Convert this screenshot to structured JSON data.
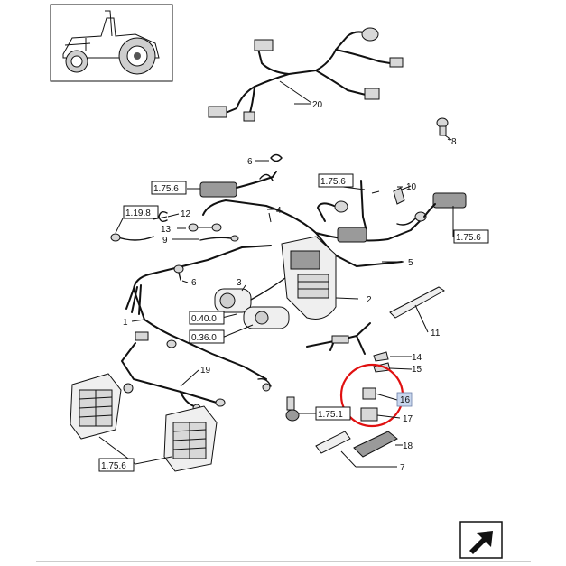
{
  "callouts": [
    {
      "id": "c20",
      "text": "20"
    },
    {
      "id": "c8",
      "text": "8"
    },
    {
      "id": "c6a",
      "text": "6"
    },
    {
      "id": "c10",
      "text": "10"
    },
    {
      "id": "c4",
      "text": "4"
    },
    {
      "id": "c12",
      "text": "12"
    },
    {
      "id": "c13",
      "text": "13"
    },
    {
      "id": "c9",
      "text": "9"
    },
    {
      "id": "c5",
      "text": "5"
    },
    {
      "id": "c6b",
      "text": "6"
    },
    {
      "id": "c3",
      "text": "3"
    },
    {
      "id": "c2",
      "text": "2"
    },
    {
      "id": "c11",
      "text": "11"
    },
    {
      "id": "c1",
      "text": "1"
    },
    {
      "id": "c14",
      "text": "14"
    },
    {
      "id": "c15",
      "text": "15"
    },
    {
      "id": "c16",
      "text": "16"
    },
    {
      "id": "c17",
      "text": "17"
    },
    {
      "id": "c19",
      "text": "19"
    },
    {
      "id": "c18",
      "text": "18"
    },
    {
      "id": "c7",
      "text": "7"
    }
  ],
  "refs": [
    {
      "id": "r1",
      "text": "1.75.6"
    },
    {
      "id": "r2",
      "text": "1.75.6"
    },
    {
      "id": "r3",
      "text": "1.19.8"
    },
    {
      "id": "r4",
      "text": "1.75.6"
    },
    {
      "id": "r5",
      "text": "0.40.0"
    },
    {
      "id": "r6",
      "text": "0.36.0"
    },
    {
      "id": "r7",
      "text": "1.75.1"
    },
    {
      "id": "r8",
      "text": "1.75.6"
    }
  ],
  "highlight": {
    "item": "16",
    "ring_color": "#e01010",
    "tag_color": "#c9d7ee"
  }
}
